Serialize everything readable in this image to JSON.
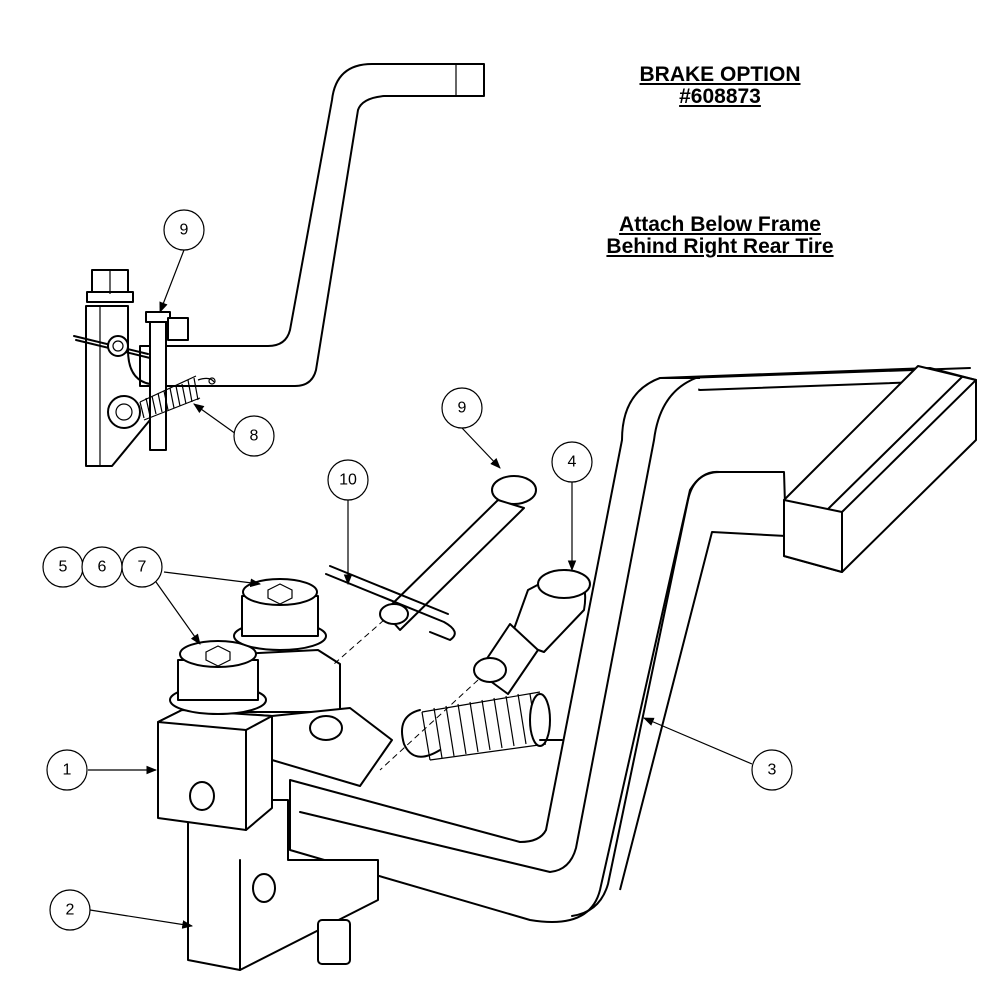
{
  "title": {
    "line1": "BRAKE OPTION",
    "line2": "#608873"
  },
  "note": {
    "line1": "Attach Below Frame",
    "line2": "Behind Right Rear Tire"
  },
  "callouts": {
    "c1": "1",
    "c2": "2",
    "c3": "3",
    "c4": "4",
    "c5": "5",
    "c6": "6",
    "c7": "7",
    "c8": "8",
    "c9_detail": "9",
    "c9_main": "9",
    "c10": "10"
  }
}
